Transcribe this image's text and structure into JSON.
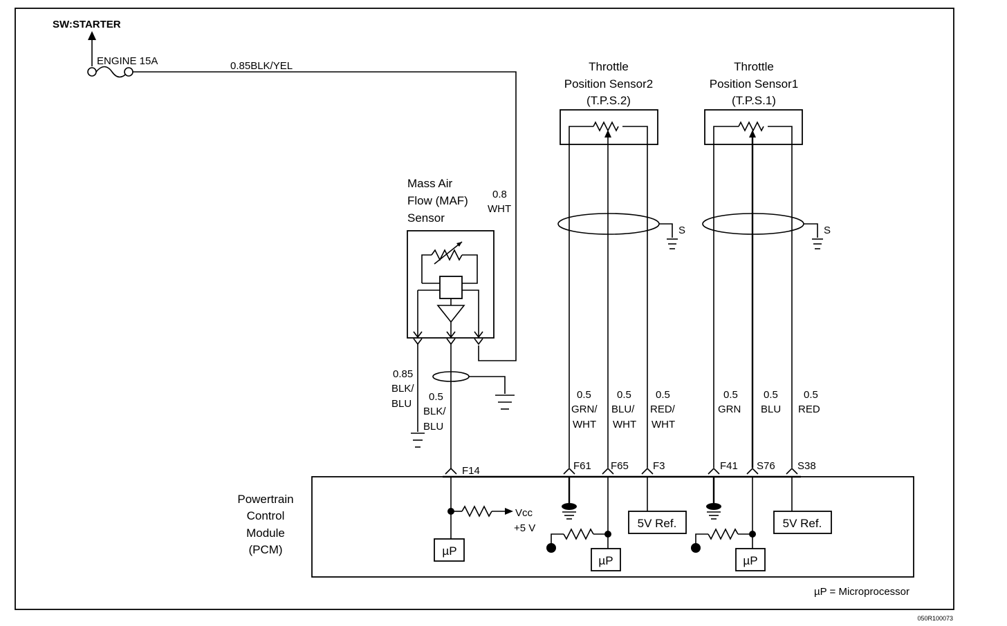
{
  "supply": {
    "source_label": "SW:STARTER",
    "fuse_label": "ENGINE 15A",
    "feed_wire": "0.85BLK/YEL"
  },
  "maf": {
    "title_lines": [
      "Mass Air",
      "Flow (MAF)",
      "Sensor"
    ],
    "power_wire_lines": [
      "0.8",
      "WHT"
    ],
    "ground_wire_lines": [
      "0.85",
      "BLK/",
      "BLU"
    ],
    "signal_wire_lines": [
      "0.5",
      "BLK/",
      "BLU"
    ]
  },
  "tps2": {
    "title_lines": [
      "Throttle",
      "Position Sensor2",
      "(T.P.S.2)"
    ],
    "shield_label": "S",
    "wires": [
      {
        "lines": [
          "0.5",
          "GRN/",
          "WHT"
        ],
        "pin": "F61"
      },
      {
        "lines": [
          "0.5",
          "BLU/",
          "WHT"
        ],
        "pin": "F65"
      },
      {
        "lines": [
          "0.5",
          "RED/",
          "WHT"
        ],
        "pin": "F3"
      }
    ]
  },
  "tps1": {
    "title_lines": [
      "Throttle",
      "Position Sensor1",
      "(T.P.S.1)"
    ],
    "shield_label": "S",
    "wires": [
      {
        "lines": [
          "0.5",
          "GRN"
        ],
        "pin": "F41"
      },
      {
        "lines": [
          "0.5",
          "BLU"
        ],
        "pin": "S76"
      },
      {
        "lines": [
          "0.5",
          "RED"
        ],
        "pin": "S38"
      }
    ]
  },
  "pcm": {
    "title_lines": [
      "Powertrain",
      "Control",
      "Module",
      "(PCM)"
    ],
    "maf_pin": "F14",
    "vcc_lines": [
      "Vcc",
      "+5 V"
    ],
    "ref_label": "5V Ref.",
    "micro_label": "µP",
    "legend": "µP = Microprocessor"
  },
  "figure_code": "050R100073"
}
